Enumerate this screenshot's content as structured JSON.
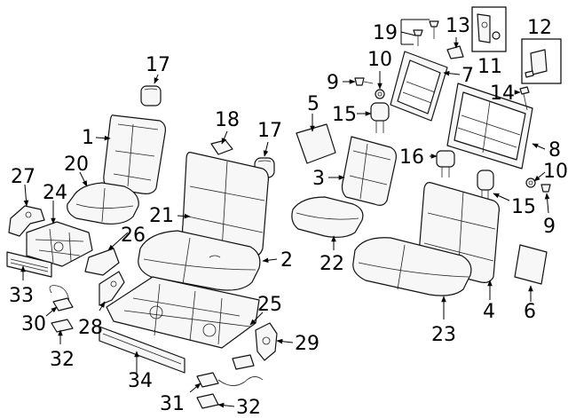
{
  "callouts": [
    {
      "id": "1",
      "text": "1"
    },
    {
      "id": "2",
      "text": "2"
    },
    {
      "id": "3",
      "text": "3"
    },
    {
      "id": "4",
      "text": "4"
    },
    {
      "id": "5",
      "text": "5"
    },
    {
      "id": "6",
      "text": "6"
    },
    {
      "id": "7",
      "text": "7"
    },
    {
      "id": "8",
      "text": "8"
    },
    {
      "id": "9a",
      "text": "9"
    },
    {
      "id": "9b",
      "text": "9"
    },
    {
      "id": "10a",
      "text": "10"
    },
    {
      "id": "10b",
      "text": "10"
    },
    {
      "id": "11",
      "text": "11"
    },
    {
      "id": "12",
      "text": "12"
    },
    {
      "id": "13",
      "text": "13"
    },
    {
      "id": "14",
      "text": "14"
    },
    {
      "id": "15a",
      "text": "15"
    },
    {
      "id": "15b",
      "text": "15"
    },
    {
      "id": "16",
      "text": "16"
    },
    {
      "id": "17a",
      "text": "17"
    },
    {
      "id": "17b",
      "text": "17"
    },
    {
      "id": "18",
      "text": "18"
    },
    {
      "id": "19",
      "text": "19"
    },
    {
      "id": "20",
      "text": "20"
    },
    {
      "id": "21",
      "text": "21"
    },
    {
      "id": "22",
      "text": "22"
    },
    {
      "id": "23",
      "text": "23"
    },
    {
      "id": "24",
      "text": "24"
    },
    {
      "id": "25",
      "text": "25"
    },
    {
      "id": "26",
      "text": "26"
    },
    {
      "id": "27",
      "text": "27"
    },
    {
      "id": "28",
      "text": "28"
    },
    {
      "id": "29",
      "text": "29"
    },
    {
      "id": "30",
      "text": "30"
    },
    {
      "id": "31",
      "text": "31"
    },
    {
      "id": "32a",
      "text": "32"
    },
    {
      "id": "32b",
      "text": "32"
    },
    {
      "id": "33",
      "text": "33"
    },
    {
      "id": "34",
      "text": "34"
    }
  ]
}
